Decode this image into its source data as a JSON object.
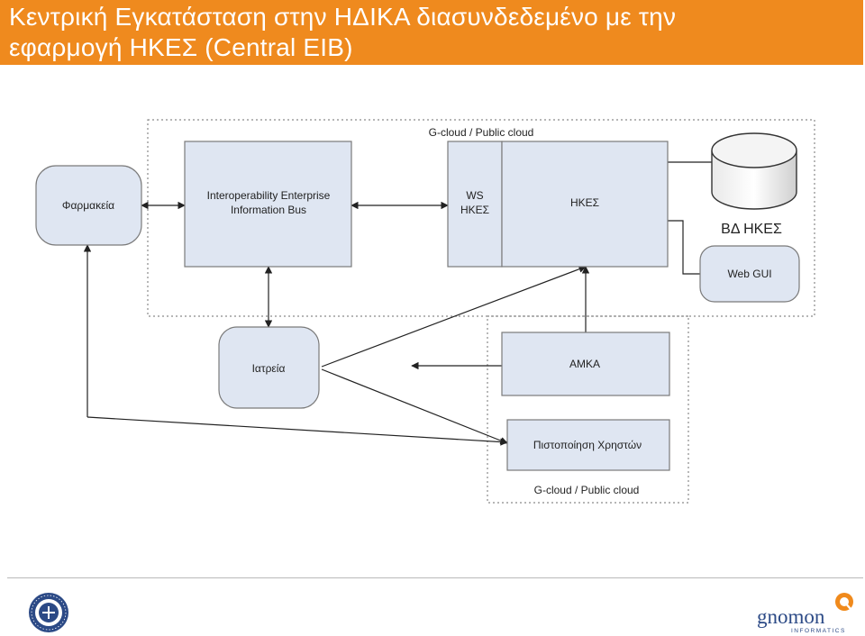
{
  "header": {
    "title_line1": "Κεντρική Εγκατάσταση στην ΗΔΙΚΑ διασυνδεδεμένο με την",
    "title_line2": "εφαρμογή ΗΚΕΣ (Central EIB)"
  },
  "diagram": {
    "cloud_top_label": "G-cloud / Public cloud",
    "cloud_bottom_label": "G-cloud / Public cloud",
    "farmakeia": "Φαρμακεία",
    "eib_line1": "Interoperability Enterprise",
    "eib_line2": "Information Bus",
    "ws_line1": "WS",
    "ws_line2": "ΗΚΕΣ",
    "hkes": "ΗΚΕΣ",
    "db_label": "ΒΔ ΗΚΕΣ",
    "web_gui": "Web GUI",
    "iatreia": "Ιατρεία",
    "amka": "ΑΜΚΑ",
    "auth": "Πιστοποίηση Χρηστών"
  },
  "footer": {
    "seal_icon": "tuv-certification-seal-icon",
    "logo_text": "gnomon",
    "logo_sub": "INFORMATICS",
    "logo_icon": "gnomon-logo-icon"
  },
  "colors": {
    "header_bg": "#ef8a1e",
    "box_fill": "#dfe6f2",
    "box_stroke": "#7a7a7a",
    "logo_orange": "#f08a1c",
    "logo_navy": "#2c4a86"
  }
}
